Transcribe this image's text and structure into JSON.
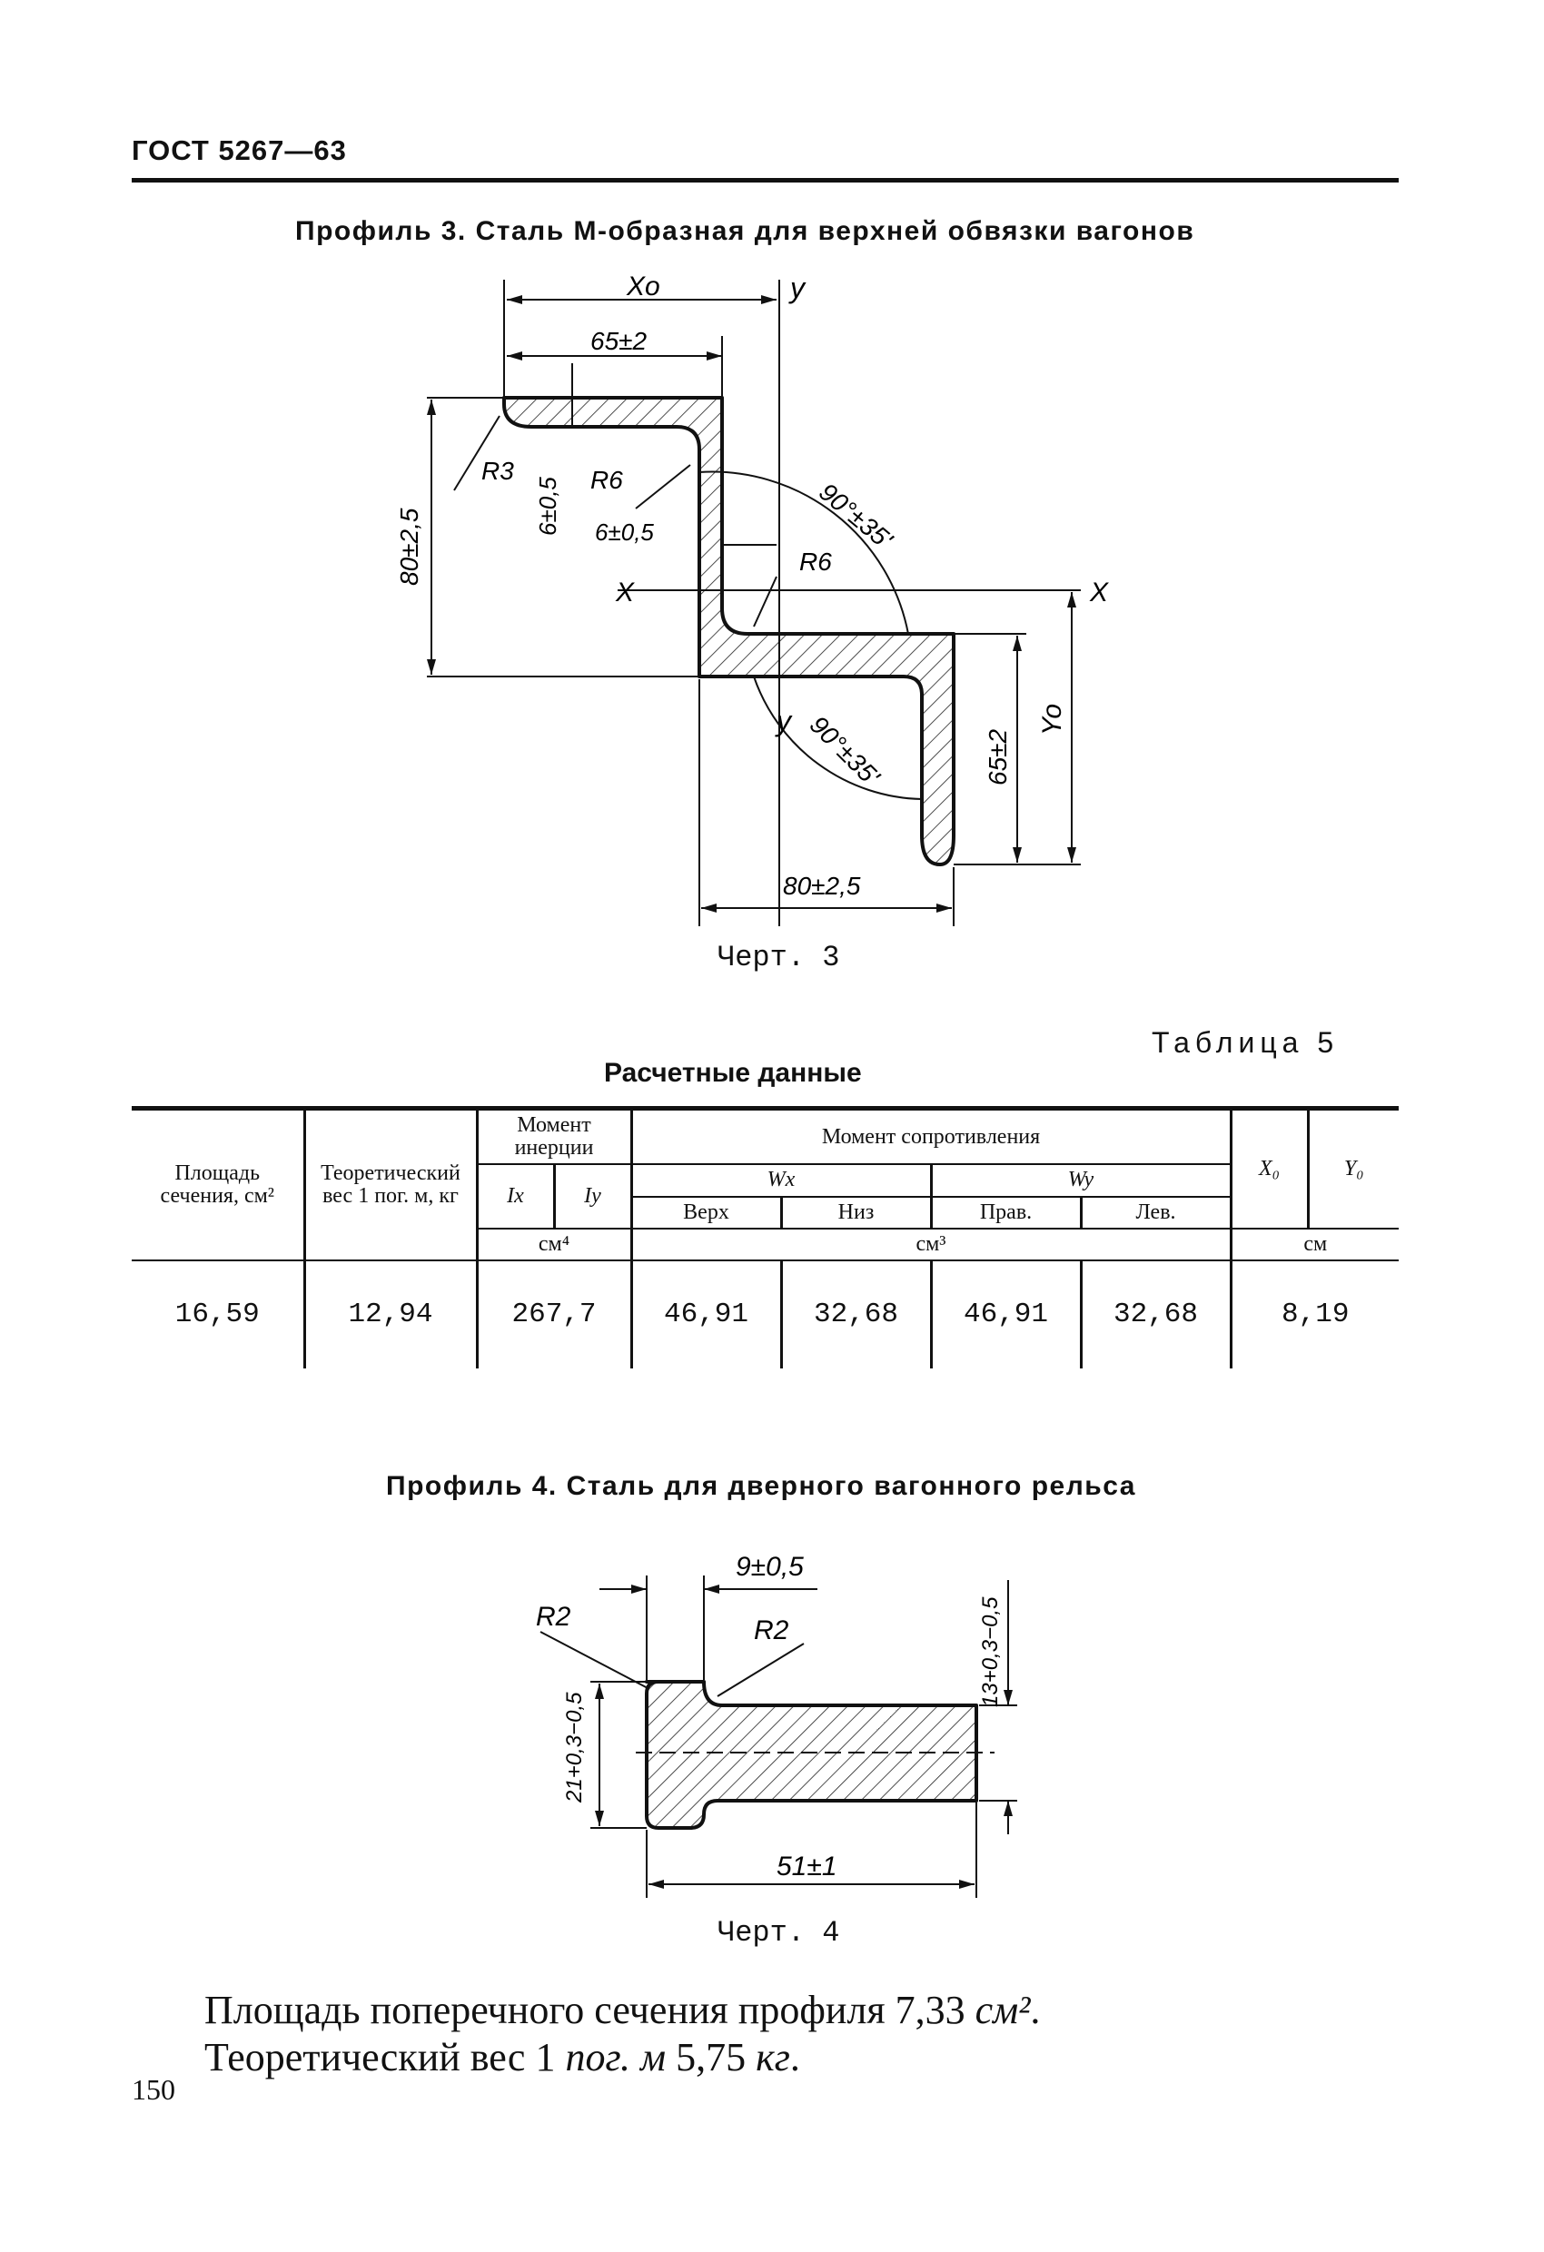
{
  "header": {
    "standard": "ГОСТ 5267—63"
  },
  "profile3": {
    "title": "Профиль 3. Сталь М-образная для верхней обвязки вагонов",
    "drawing_labels": {
      "x0": "Xo",
      "y_top": "y",
      "y_bottom": "y",
      "x_left": "X",
      "x_right": "X",
      "y0": "Yo",
      "dim_65_top": "65±2",
      "dim_80_left": "80±2,5",
      "dim_6_vertical": "6±0,5",
      "dim_6_horizontal": "6±0,5",
      "r3": "R3",
      "r6_upper": "R6",
      "r6_lower": "R6",
      "angle_upper": "90°±35'",
      "angle_lower": "90°±35'",
      "dim_65_right": "65±2",
      "dim_80_bottom": "80±2,5"
    },
    "caption": "Черт. 3"
  },
  "table5": {
    "label": "Таблица 5",
    "title": "Расчетные данные",
    "headers": {
      "area": "Площадь сечения, см²",
      "weight": "Теоретический вес 1 пог. м, кг",
      "inertia": "Момент инерции",
      "ix": "Ix",
      "iy": "Iy",
      "inertia_unit": "см⁴",
      "resistance": "Момент сопротивления",
      "wx": "Wx",
      "wy": "Wy",
      "top": "Верх",
      "bottom": "Низ",
      "right": "Прав.",
      "left": "Лев.",
      "resistance_unit": "см³",
      "x0": "X₀",
      "y0": "Y₀",
      "coord_unit": "см"
    },
    "row": [
      "16,59",
      "12,94",
      "267,7",
      "46,91",
      "32,68",
      "46,91",
      "32,68",
      "8,19"
    ]
  },
  "profile4": {
    "title": "Профиль 4. Сталь для дверного вагонного рельса",
    "drawing_labels": {
      "dim_9": "9±0,5",
      "r2_left": "R2",
      "r2_right": "R2",
      "dim_13": "13+0,3−0,5",
      "dim_21": "21+0,3−0,5",
      "dim_51": "51±1"
    },
    "caption": "Черт. 4"
  },
  "note": {
    "line1_text": "Площадь поперечного сечения профиля 7,33 ",
    "line1_unit": "см²",
    "line1_end": ".",
    "line2_text": "Теоретический вес 1 ",
    "line2_unit1": "пог. м",
    "line2_mid": " 5,75 ",
    "line2_unit2": "кг",
    "line2_end": "."
  },
  "page_number": "150"
}
